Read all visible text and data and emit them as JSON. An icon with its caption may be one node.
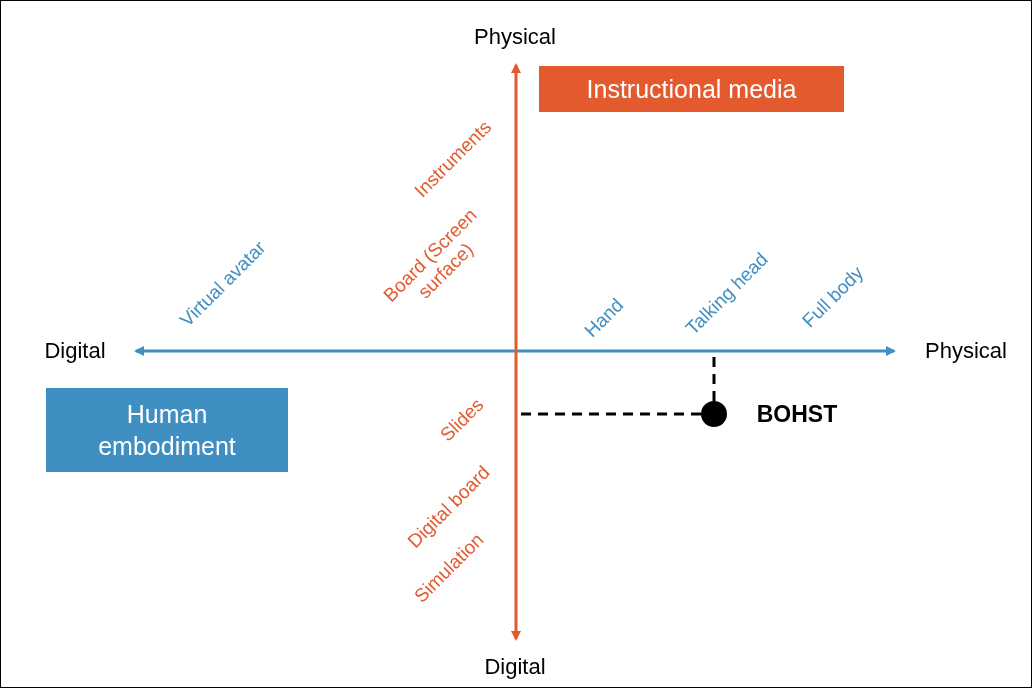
{
  "diagram": {
    "nodes": [
      {
        "text": [
          "Instructional media"
        ]
      },
      {
        "text": [
          "Human embodiment"
        ]
      },
      {
        "text": [],
        "shape": "circle",
        "beside": [
          "BOHST"
        ]
      }
    ],
    "edges": [
      {
        "from": 2,
        "to": null,
        "arrow": "none",
        "style": "dashed"
      },
      {
        "from": 2,
        "to": null,
        "arrow": "none",
        "style": "dashed"
      }
    ],
    "labels": [
      "Physical",
      "Instruments",
      "Board (Screen surface)",
      "Virtual avatar",
      "Hand",
      "Talking head",
      "Full body",
      "Digital",
      "Physical",
      "Slides",
      "Digital board",
      "Simulation",
      "Digital"
    ]
  }
}
